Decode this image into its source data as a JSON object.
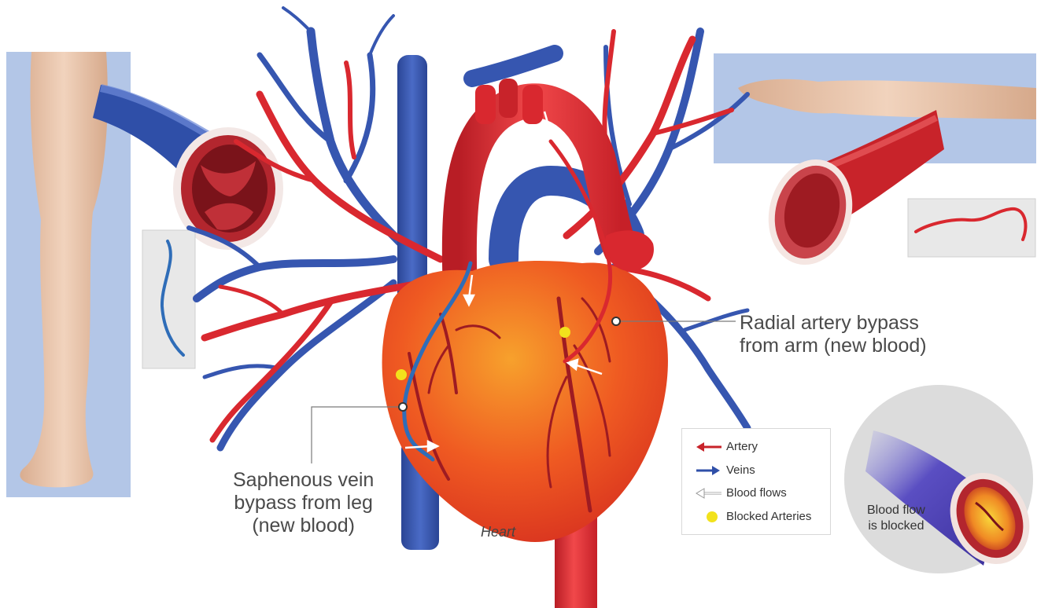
{
  "labels": {
    "radial": "Radial artery bypass\nfrom arm (new blood)",
    "saphenous": "Saphenous vein\nbypass from leg\n(new blood)",
    "heart": "Heart",
    "blocked": "Blood flow\nis blocked"
  },
  "legend": {
    "items": [
      {
        "label": "Artery",
        "icon": "red-arrow-icon",
        "color": "#c8232a"
      },
      {
        "label": "Veins",
        "icon": "blue-arrow-icon",
        "color": "#2f4fa8"
      },
      {
        "label": "Blood flows",
        "icon": "white-arrow-icon",
        "color": "#ffffff"
      },
      {
        "label": "Blocked Arteries",
        "icon": "yellow-dot-icon",
        "color": "#f2e21c"
      }
    ]
  },
  "colors": {
    "artery": "#d9282f",
    "vein": "#3656b0",
    "heart": "#ef5a22",
    "skin": "#e9c4a8",
    "panel": "#b3c6e7",
    "blocked_marker": "#f2e21c"
  }
}
